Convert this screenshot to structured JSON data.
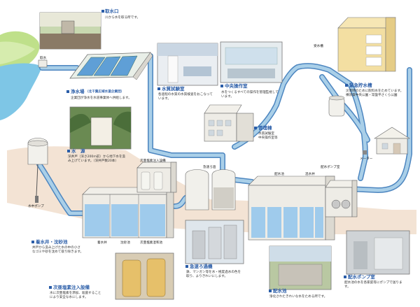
{
  "labels": {
    "intake": "取水口",
    "purification": "浄水場",
    "purification_sub": "（北千葉広域水道企業団）",
    "water_lab": "水質試験室",
    "central_control": "中央操作室",
    "management": "管理棟",
    "water_source": "水　源",
    "settling": "着水井・沈砂池",
    "hypochlorite": "次亜塩素注入設備",
    "rapid_filter": "急速ろ過機",
    "reservoir": "配水池",
    "pump_room": "配水ポンプ室",
    "emergency_tank": "緊急貯水槽",
    "water_tower": "受水槽"
  },
  "descriptions": {
    "intake": [
      "川から水を取る所です。"
    ],
    "purification": [
      "企業団が浄水を水道事業体へ供給します。"
    ],
    "water_lab": [
      "各過程の水質の水質検査をおこなって",
      "います。"
    ],
    "central_control": [
      "水をつくるすべての操作を管理監視して",
      "います。"
    ],
    "water_source": [
      "深井戸（深さ200m前）から地下水を汲",
      "み上げています。（深井戸数20本）"
    ],
    "settling": [
      "井戸から汲み上げた水の中の小さ",
      "なゴミや砂を沈めて取り除きます。"
    ],
    "hypochlorite": [
      "水に次亜塩素を添加、殺菌すること",
      "により安全な水にします。"
    ],
    "rapid_filter": [
      "鉄、マンガン等を水・極度過水の色を",
      "取り、よりきれいにします。"
    ],
    "reservoir": [
      "浄化されたきれいな水をためる所です。"
    ],
    "pump_room": [
      "配水池の水を各家庭等にポンプで送りま",
      "す。"
    ],
    "emergency_tank": [
      "災害時のために飲料水をためています。",
      "横須賀中央公園・常盤平さくら公園"
    ]
  },
  "tags": {
    "intake_station": "取水",
    "deep_well_pump": "水中ポンプ",
    "mgmt_sub1": "水質試験室",
    "mgmt_sub2": "中央操作室等",
    "hypo_tank": "次亜塩素注入設備",
    "rapid_tank": "急速ろ過",
    "collecting_well": "着水井",
    "settling_pond": "沈砂池",
    "chlorine_mix": "次亜塩素混和池",
    "reservoir_tag": "配水池",
    "mixing_tank": "混水井",
    "pump_tag": "配水ポンプ室",
    "meter": "メーター",
    "receiving_tank": "受水槽"
  },
  "colors": {
    "pipe_fill": "#a9cfe8",
    "pipe_stroke": "#4d86c0",
    "water": "#9fcbec",
    "label": "#2a5da8",
    "building": "#eeece6",
    "building_line": "#666666",
    "tank_yellow": "#f3dfa2",
    "river": "#7ec6e6",
    "land": "#bfe08a",
    "ground": "#e8c9b0"
  }
}
